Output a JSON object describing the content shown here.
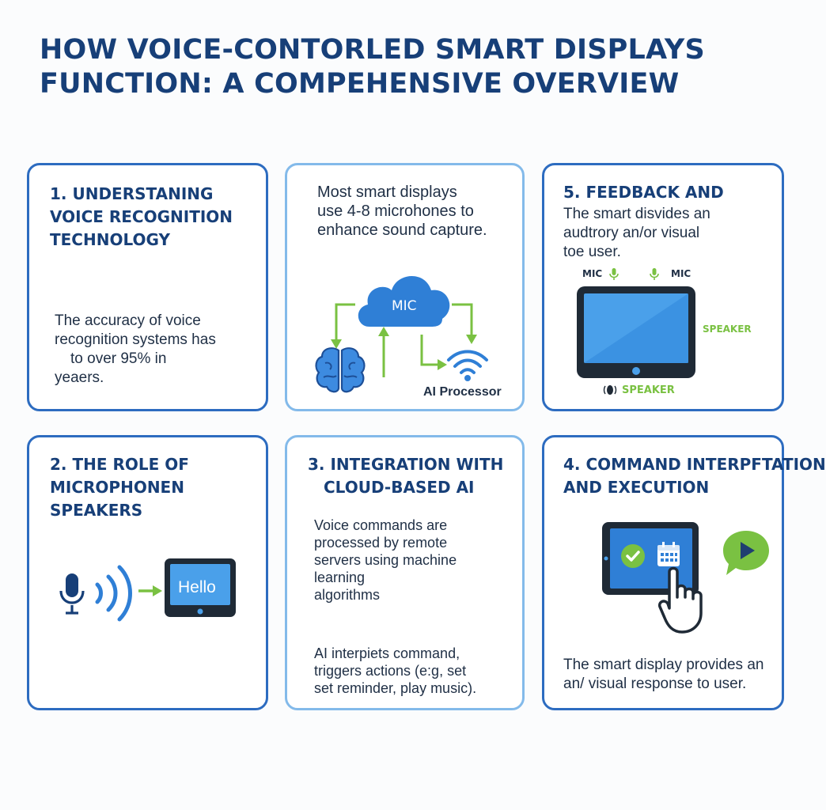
{
  "title": {
    "line1": "HOW VOICE-CONTORLED SMART DISPLAYS",
    "line2": "FUNCTION: A COMPEHENSIVE OVERVIEW"
  },
  "cards": {
    "understanding": {
      "heading_lines": [
        "1. UNDERSTANING",
        "VOICE RECOGNITION",
        "TECHNOLOGY"
      ],
      "body_lines": [
        "The accuracy of voice",
        "recognition systems has",
        "to over 95% in",
        "yeaers."
      ]
    },
    "microphones": {
      "body_lines": [
        "Most smart displays",
        "use 4-8 microhones to",
        "enhance sound capture."
      ],
      "cloud_label": "MIC",
      "processor_label": "AI Processor"
    },
    "feedback": {
      "heading": "5. FEEDBACK AND",
      "body_lines": [
        "The smart disvides an",
        "audtrory an/or visual",
        "toe user."
      ],
      "mic_left": "MIC",
      "mic_right": "MIC",
      "speaker_right": "SPEAKER",
      "speaker_bottom": "SPEAKER"
    },
    "role": {
      "heading_lines": [
        "2. THE ROLE OF",
        "MICROPHONEN",
        "SPEAKERS"
      ],
      "screen_text": "Hello"
    },
    "integration": {
      "heading_lines": [
        "3. INTEGRATION WITH",
        "CLOUD-BASED AI"
      ],
      "body1_lines": [
        "Voice commands are",
        "processed by remote",
        "servers using machine",
        "learning",
        "algorithms"
      ],
      "body2_lines": [
        "AI interpiets command,",
        "triggers actions (e:g, set",
        "set reminder, play music)."
      ]
    },
    "command": {
      "heading_lines": [
        "4. COMMAND INTERPFTATION",
        "AND EXECUTION"
      ],
      "body_lines": [
        "The smart display provides an",
        "an/ visual response to user."
      ]
    }
  },
  "colors": {
    "navy": "#173f78",
    "blue": "#2d6cc0",
    "light_blue": "#83baea",
    "green": "#7ac142",
    "device": "#1f2a36"
  }
}
